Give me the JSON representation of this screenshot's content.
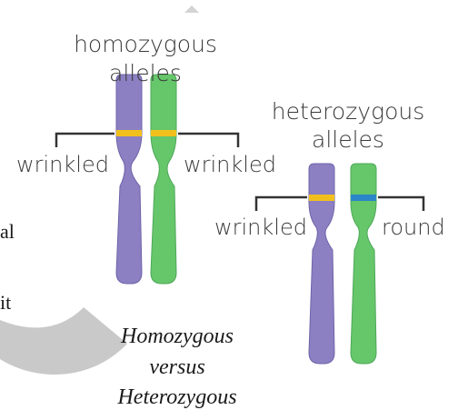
{
  "labels": {
    "homozygous_line1": "homozygous",
    "homozygous_line2": "alleles",
    "heterozygous_line1": "heterozygous",
    "heterozygous_line2": "alleles",
    "homo_left": "wrinkled",
    "homo_right": "wrinkled",
    "hetero_left": "wrinkled",
    "hetero_right": "round"
  },
  "caption": {
    "line1": "Homozygous",
    "line2": "versus",
    "line3": "Heterozygous"
  },
  "edge_fragments": {
    "a": "al",
    "b": "it"
  },
  "colors": {
    "purple_chromosome": "#8c80c3",
    "green_chromosome": "#66c66a",
    "allele_yellow": "#f2c01c",
    "allele_blue": "#2a86c8",
    "bracket": "#333333",
    "swoosh": "#c9c9c9"
  }
}
